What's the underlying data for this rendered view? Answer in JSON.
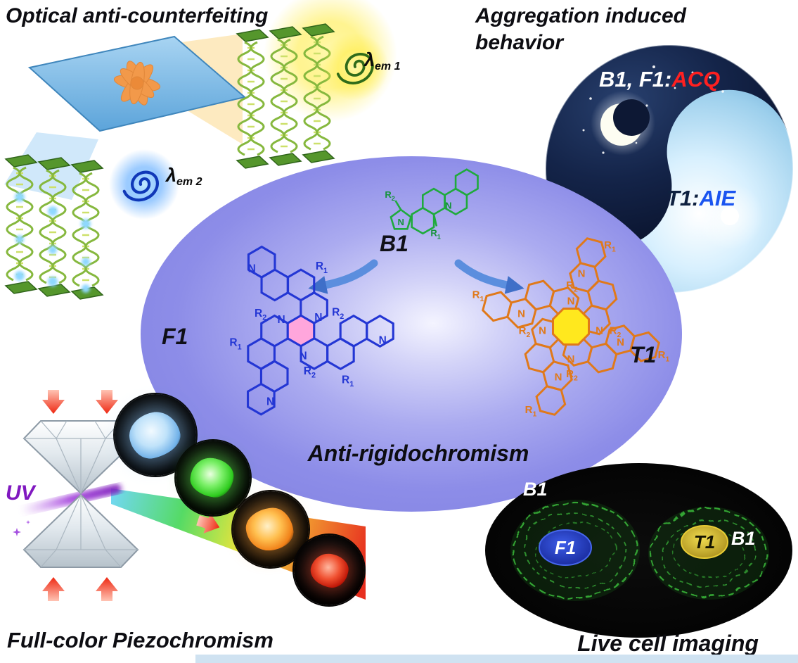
{
  "optical": {
    "title": "Optical anti-counterfeiting",
    "lambda1_symbol": "λ",
    "lambda1_sub": "em 1",
    "lambda2_symbol": "λ",
    "lambda2_sub": "em 2"
  },
  "aggregation": {
    "title_line1": "Aggregation induced",
    "title_line2": "behavior",
    "acq_prefix": "B1, F1:",
    "acq": "ACQ",
    "aie_prefix": "T1:",
    "aie": "AIE"
  },
  "center": {
    "caption": "Anti-rigidochromism",
    "b1_label": "B1",
    "f1_label": "F1",
    "t1_label": "T1",
    "n": "N",
    "r": "R",
    "sub1": "1",
    "sub2": "2"
  },
  "piezo": {
    "title": "Full-color Piezochromism",
    "uv_label": "UV"
  },
  "live_cell": {
    "title": "Live cell imaging",
    "left_cell_membrane_label": "B1",
    "left_cell_nucleus_label": "F1",
    "right_cell_nucleus_label": "T1",
    "right_cell_membrane_label": "B1"
  },
  "colors": {
    "center_ellipse_purple": "#8484e4",
    "acq_red": "#ff2020",
    "aie_blue": "#1b55f0",
    "b1_green": "#1faa3c",
    "f1_blue": "#2336d4",
    "f1_core_pink": "#ffa6dc",
    "t1_orange": "#e0791a",
    "t1_core_yellow": "#ffe81e",
    "uv_purple": "#8018c0",
    "nucleus_blue": "#2040d0",
    "nucleus_yellow": "#d8c020",
    "cell_membrane_green": "#39b339"
  }
}
